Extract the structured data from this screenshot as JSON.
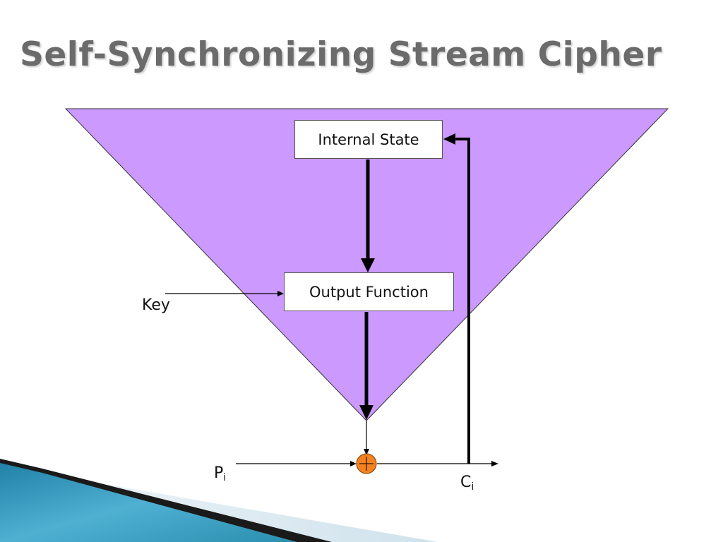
{
  "slide": {
    "title": "Self-Synchronizing Stream Cipher"
  },
  "diagram": {
    "internal_state_label": "Internal State",
    "output_function_label": "Output Function",
    "key_label": "Key",
    "plaintext_label": "P",
    "plaintext_subscript": "i",
    "ciphertext_label": "C",
    "ciphertext_subscript": "i",
    "xor_symbol": "+"
  },
  "colors": {
    "triangle_fill": "#cc99ff",
    "xor_fill": "#f58220",
    "title_color": "#6b6b6b",
    "swoosh_dark": "#1a1a1a",
    "swoosh_teal": "#2a8fb0",
    "swoosh_light": "#dbeaf2"
  }
}
